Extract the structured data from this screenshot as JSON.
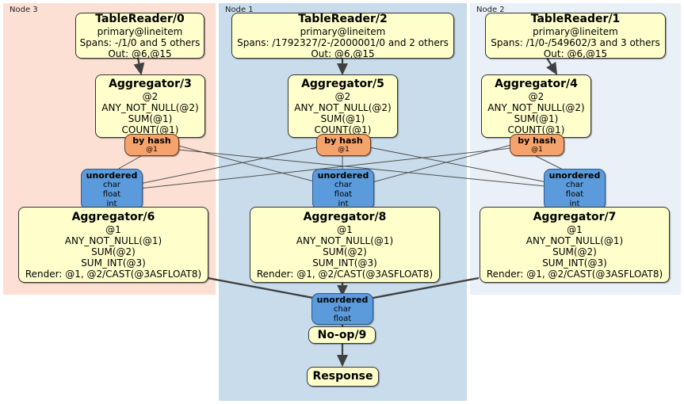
{
  "diagram": {
    "type": "distributed-query-plan",
    "colors": {
      "node3_panel": "#fce0d4",
      "node1_panel": "#c8dceb",
      "node2_panel": "#e9f0f8",
      "processor_box": "#ffffcc",
      "synchronizer_box": "#f5a36c",
      "stream_box": "#5b9bdb",
      "edge": "#404040"
    }
  },
  "clusters": [
    {
      "id": "node3",
      "label": "Node 3"
    },
    {
      "id": "node1",
      "label": "Node 1"
    },
    {
      "id": "node2",
      "label": "Node 2"
    }
  ],
  "nodes": {
    "tablereader_0": {
      "title": "TableReader/0",
      "lines": [
        "primary@lineitem",
        "Spans: -/1/0 and 5 others",
        "Out: @6,@15"
      ]
    },
    "tablereader_2": {
      "title": "TableReader/2",
      "lines": [
        "primary@lineitem",
        "Spans: /1792327/2-/2000001/0 and 2 others",
        "Out: @6,@15"
      ]
    },
    "tablereader_1": {
      "title": "TableReader/1",
      "lines": [
        "primary@lineitem",
        "Spans: /1/0-/549602/3 and 3 others",
        "Out: @6,@15"
      ]
    },
    "aggregator_3": {
      "title": "Aggregator/3",
      "lines": [
        "@2",
        "ANY_NOT_NULL(@2)",
        "SUM(@1)",
        "COUNT(@1)"
      ]
    },
    "aggregator_5": {
      "title": "Aggregator/5",
      "lines": [
        "@2",
        "ANY_NOT_NULL(@2)",
        "SUM(@1)",
        "COUNT(@1)"
      ]
    },
    "aggregator_4": {
      "title": "Aggregator/4",
      "lines": [
        "@2",
        "ANY_NOT_NULL(@2)",
        "SUM(@1)",
        "COUNT(@1)"
      ]
    },
    "aggregator_6": {
      "title": "Aggregator/6",
      "lines": [
        "@1",
        "ANY_NOT_NULL(@1)",
        "SUM(@2)",
        "SUM_INT(@3)",
        "Render: @1, @2/CAST(@3ASFLOAT8)"
      ]
    },
    "aggregator_8": {
      "title": "Aggregator/8",
      "lines": [
        "@1",
        "ANY_NOT_NULL(@1)",
        "SUM(@2)",
        "SUM_INT(@3)",
        "Render: @1, @2/CAST(@3ASFLOAT8)"
      ]
    },
    "aggregator_7": {
      "title": "Aggregator/7",
      "lines": [
        "@1",
        "ANY_NOT_NULL(@1)",
        "SUM(@2)",
        "SUM_INT(@3)",
        "Render: @1, @2/CAST(@3ASFLOAT8)"
      ]
    },
    "byhash_left": {
      "title": "by hash",
      "lines": [
        "@1"
      ]
    },
    "byhash_center": {
      "title": "by hash",
      "lines": [
        "@1"
      ]
    },
    "byhash_right": {
      "title": "by hash",
      "lines": [
        "@1"
      ]
    },
    "unordered_left": {
      "title": "unordered",
      "lines": [
        "char",
        "float",
        "int"
      ]
    },
    "unordered_center": {
      "title": "unordered",
      "lines": [
        "char",
        "float",
        "int"
      ]
    },
    "unordered_right": {
      "title": "unordered",
      "lines": [
        "char",
        "float",
        "int"
      ]
    },
    "unordered_final": {
      "title": "unordered",
      "lines": [
        "char",
        "float"
      ]
    },
    "noop_9": {
      "title": "No-op/9",
      "lines": []
    },
    "response": {
      "title": "Response",
      "lines": []
    }
  }
}
